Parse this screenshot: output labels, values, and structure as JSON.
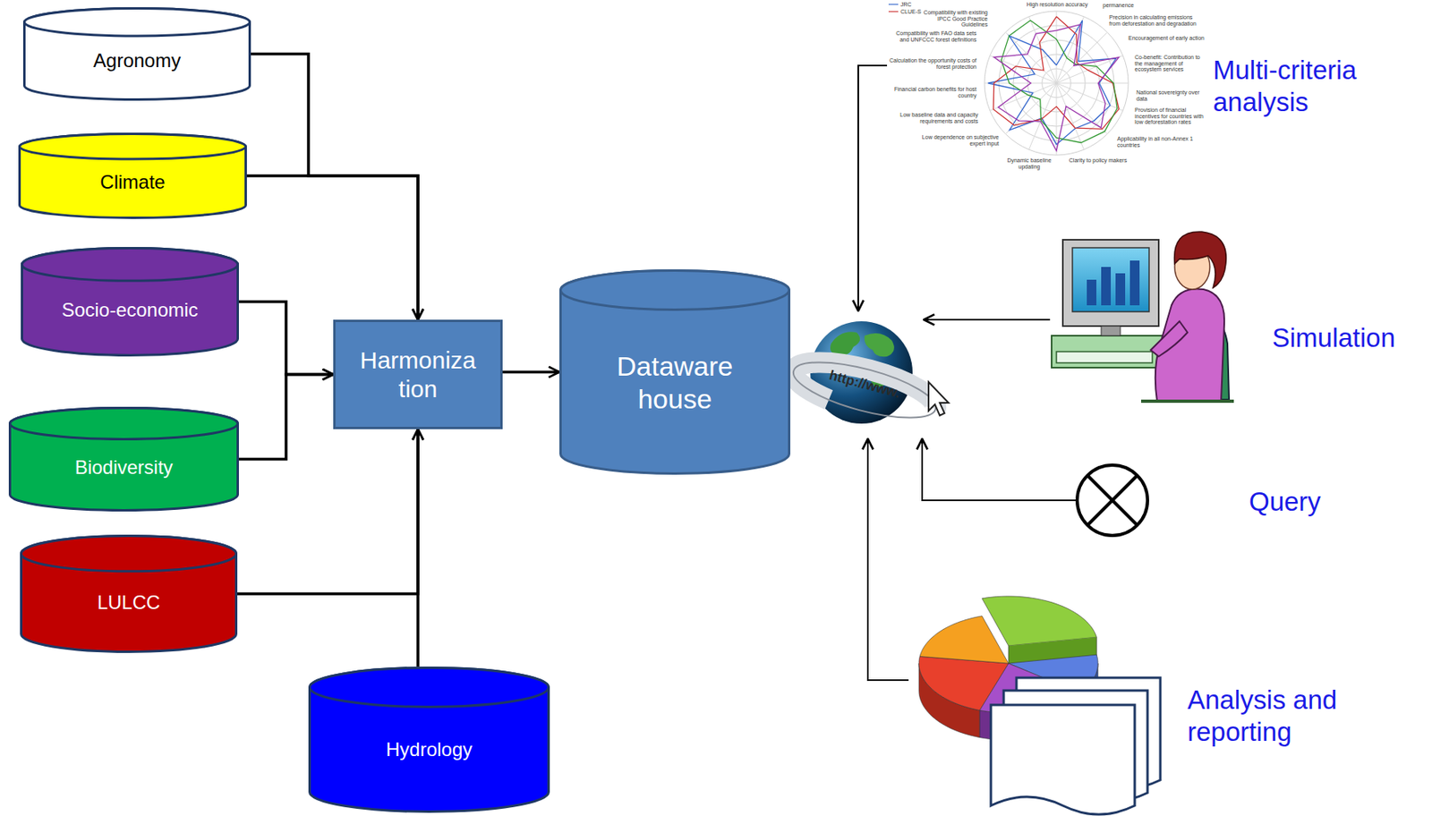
{
  "diagram": {
    "nodes": [
      {
        "text": [
          "Agronomy"
        ]
      },
      {
        "text": [
          "Climate"
        ]
      },
      {
        "text": [
          "Socio-economic"
        ]
      },
      {
        "text": [
          "Biodiversity"
        ]
      },
      {
        "text": [
          "LULCC"
        ]
      },
      {
        "text": [
          "Hydrology"
        ]
      },
      {
        "text": [
          "Harmoniza tion"
        ]
      },
      {
        "text": [
          "Dataware house"
        ]
      },
      {
        "text": [
          "http://www."
        ]
      },
      {
        "text": [
          "Multi-criteria analysis"
        ]
      },
      {
        "text": [
          "Simulation"
        ]
      },
      {
        "text": [
          "Query"
        ]
      },
      {
        "text": [
          "Analysis and reporting"
        ]
      }
    ],
    "edges": [
      {
        "from": 0,
        "to": 6,
        "arrow": "to"
      },
      {
        "from": 1,
        "to": 6,
        "arrow": "to"
      },
      {
        "from": 2,
        "to": 6,
        "arrow": "to"
      },
      {
        "from": 3,
        "to": 6,
        "arrow": "to"
      },
      {
        "from": 4,
        "to": 6,
        "arrow": "to"
      },
      {
        "from": 5,
        "to": 6,
        "arrow": "to"
      },
      {
        "from": 6,
        "to": 7,
        "arrow": "to"
      },
      {
        "from": 9,
        "to": 8,
        "arrow": "to"
      },
      {
        "from": 10,
        "to": 8,
        "arrow": "to"
      },
      {
        "from": 11,
        "to": 8,
        "arrow": "to"
      },
      {
        "from": 12,
        "to": 8,
        "arrow": "to"
      }
    ],
    "labels": [
      "Compatibility with existing IPCC Good Practice Guidelines",
      "Compatibility with FAO data sets and UNFCCC forest definitions",
      "Calculation the opportunity costs of forest protection",
      "Financial carbon benefits for host country",
      "Low baseline data and capacity requirements and costs",
      "Low dependence on subjective expert input",
      "Dynamic baseline updating",
      "Clarity to policy makers",
      "Applicability in all non-Annex 1 countries",
      "Provision of financial incentives for countries with low deforestation rates",
      "National sovereignty over data",
      "Co-benefit: Contribution to the management of ecosystem services",
      "Encouragement of early action",
      "Precision in calculating emissions from deforestation and degradation",
      "permanence",
      "High resolution accuracy"
    ],
    "legend": [
      {
        "text": "JRC"
      },
      {
        "text": "CLUE-S"
      }
    ]
  }
}
